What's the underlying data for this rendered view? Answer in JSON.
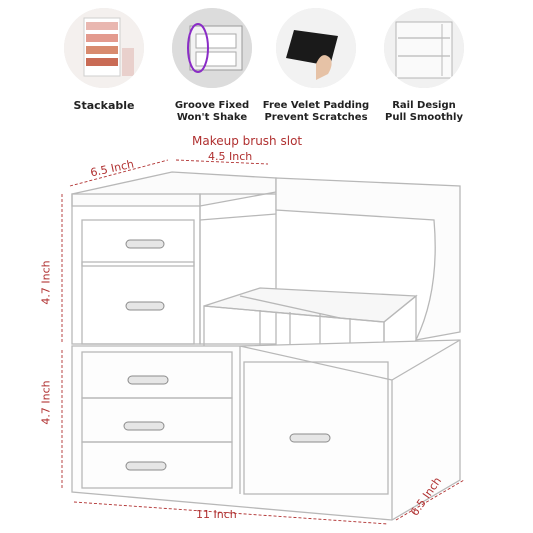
{
  "features": [
    {
      "label": "Stackable",
      "icon": "stacked-organizer-photo"
    },
    {
      "label_line1": "Groove Fixed",
      "label_line2": "Won't Shake",
      "icon": "groove-photo"
    },
    {
      "label_line1": "Free Velet Padding",
      "label_line2": "Prevent Scratches",
      "icon": "padding-photo"
    },
    {
      "label_line1": "Rail Design",
      "label_line2": "Pull Smoothly",
      "icon": "rail-photo"
    }
  ],
  "annotations": {
    "brush_slot": "Makeup brush slot",
    "top_depth": "6.5 Inch",
    "top_width": "4.5 Inch",
    "top_height": "4.7 Inch",
    "bottom_height": "4.7 Inch",
    "bottom_width": "11 Inch",
    "bottom_depth": "6.5 Inch"
  },
  "colors": {
    "dimension": "#b03030",
    "outline": "#b8b8b8"
  }
}
